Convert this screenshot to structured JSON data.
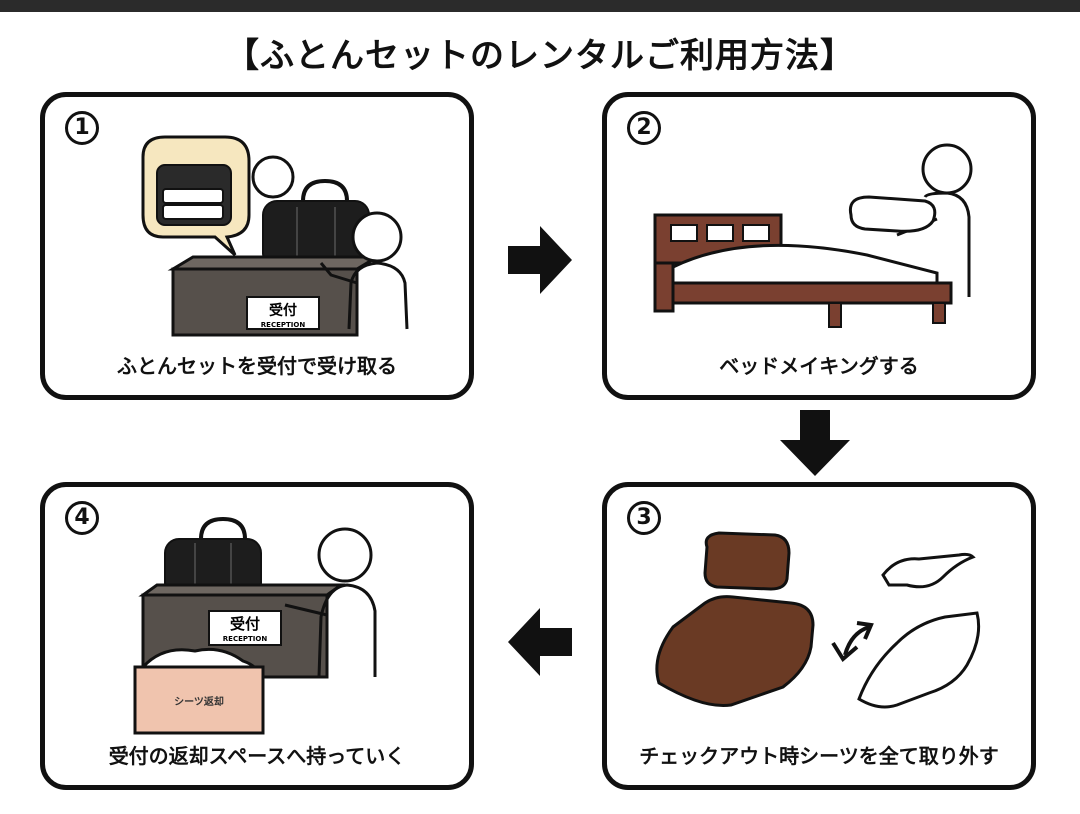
{
  "title": "【ふとんセットのレンタルご利用方法】",
  "steps": [
    {
      "number": "1",
      "caption": "ふとんセットを受付で受け取る",
      "sign_jp": "受付",
      "sign_en": "RECEPTION"
    },
    {
      "number": "2",
      "caption": "ベッドメイキングする"
    },
    {
      "number": "3",
      "caption": "チェックアウト時シーツを全て取り外す"
    },
    {
      "number": "4",
      "caption": "受付の返却スペースへ持っていく",
      "sign_jp": "受付",
      "sign_en": "RECEPTION",
      "box_label": "シーツ返却"
    }
  ],
  "colors": {
    "ink": "#111111",
    "counter": "#56504b",
    "bed": "#7a4030",
    "futon": "#6a3a24",
    "basket": "#f0c4ae",
    "bubble": "#f6e7bf"
  }
}
